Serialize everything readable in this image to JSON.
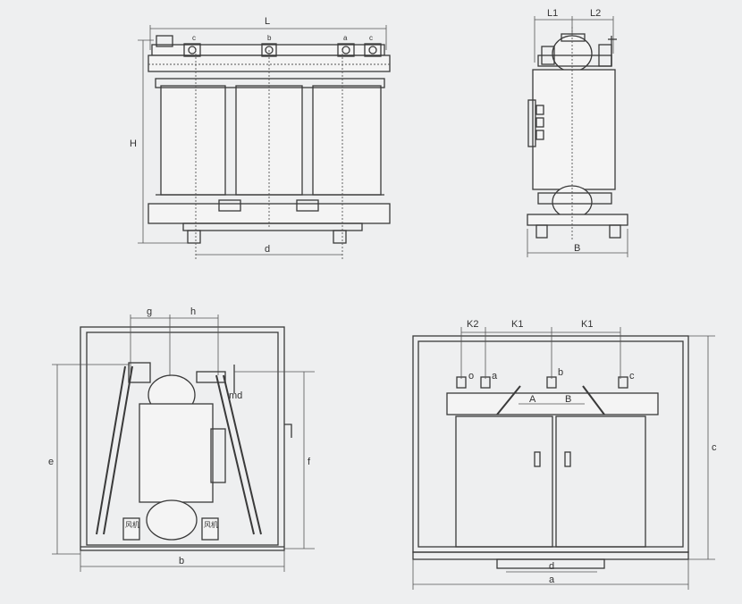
{
  "front_view": {
    "L": "L",
    "H": "H",
    "d": "d",
    "terminals": [
      "c",
      "b",
      "a",
      "c"
    ]
  },
  "side_view": {
    "L1": "L1",
    "L2": "L2",
    "B": "B"
  },
  "enclosure_side": {
    "g": "g",
    "h": "h",
    "md": "md",
    "e": "e",
    "f": "f",
    "b": "b",
    "fan_left": "风机",
    "fan_right": "风机"
  },
  "enclosure_front": {
    "K2": "K2",
    "K1_left": "K1",
    "K1_right": "K1",
    "terminals": [
      "o",
      "a",
      "b",
      "c"
    ],
    "A": "A",
    "B": "B",
    "c": "c",
    "d": "d",
    "a": "a"
  }
}
